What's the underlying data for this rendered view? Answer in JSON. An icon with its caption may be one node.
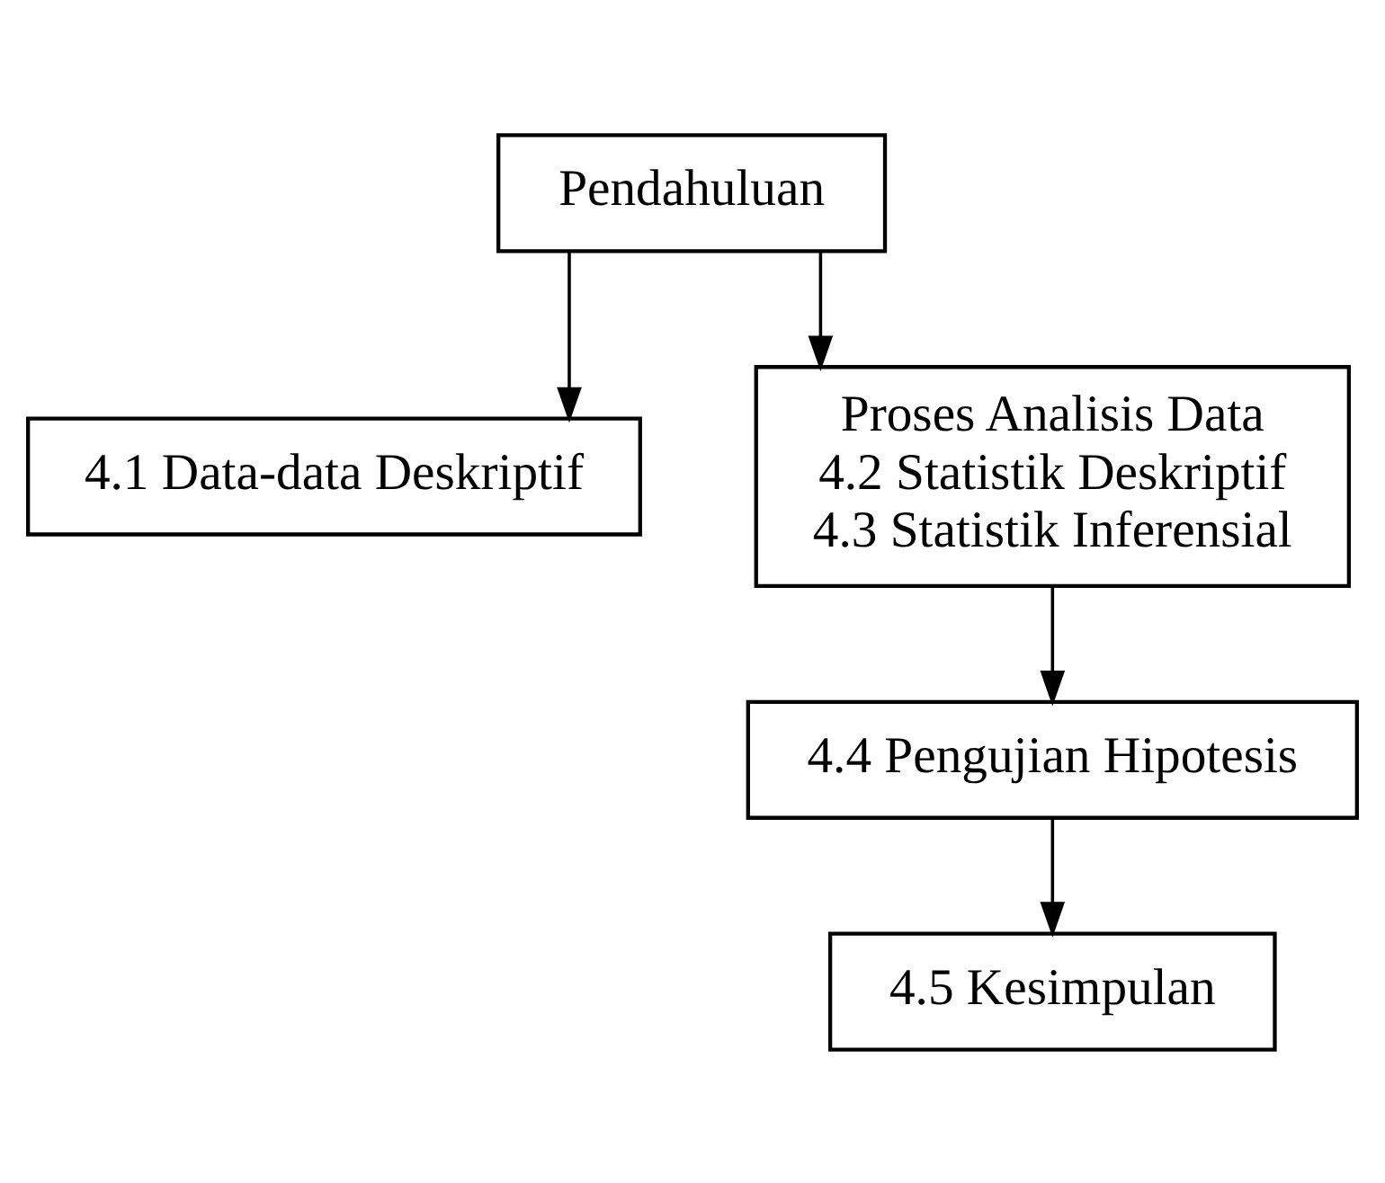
{
  "diagram": {
    "nodes": [
      {
        "text": [
          "Pendahuluan"
        ]
      },
      {
        "text": [
          "4.1 Data-data Deskriptif"
        ]
      },
      {
        "text": [
          "Proses Analisis Data",
          "4.2 Statistik Deskriptif",
          "4.3 Statistik Inferensial"
        ]
      },
      {
        "text": [
          "4.4 Pengujian Hipotesis"
        ]
      },
      {
        "text": [
          "4.5 Kesimpulan"
        ]
      }
    ],
    "edges": [
      {
        "from": 0,
        "to": 1,
        "arrow": "to"
      },
      {
        "from": 0,
        "to": 2,
        "arrow": "to"
      },
      {
        "from": 2,
        "to": 3,
        "arrow": "to"
      },
      {
        "from": 3,
        "to": 4,
        "arrow": "to"
      }
    ]
  }
}
